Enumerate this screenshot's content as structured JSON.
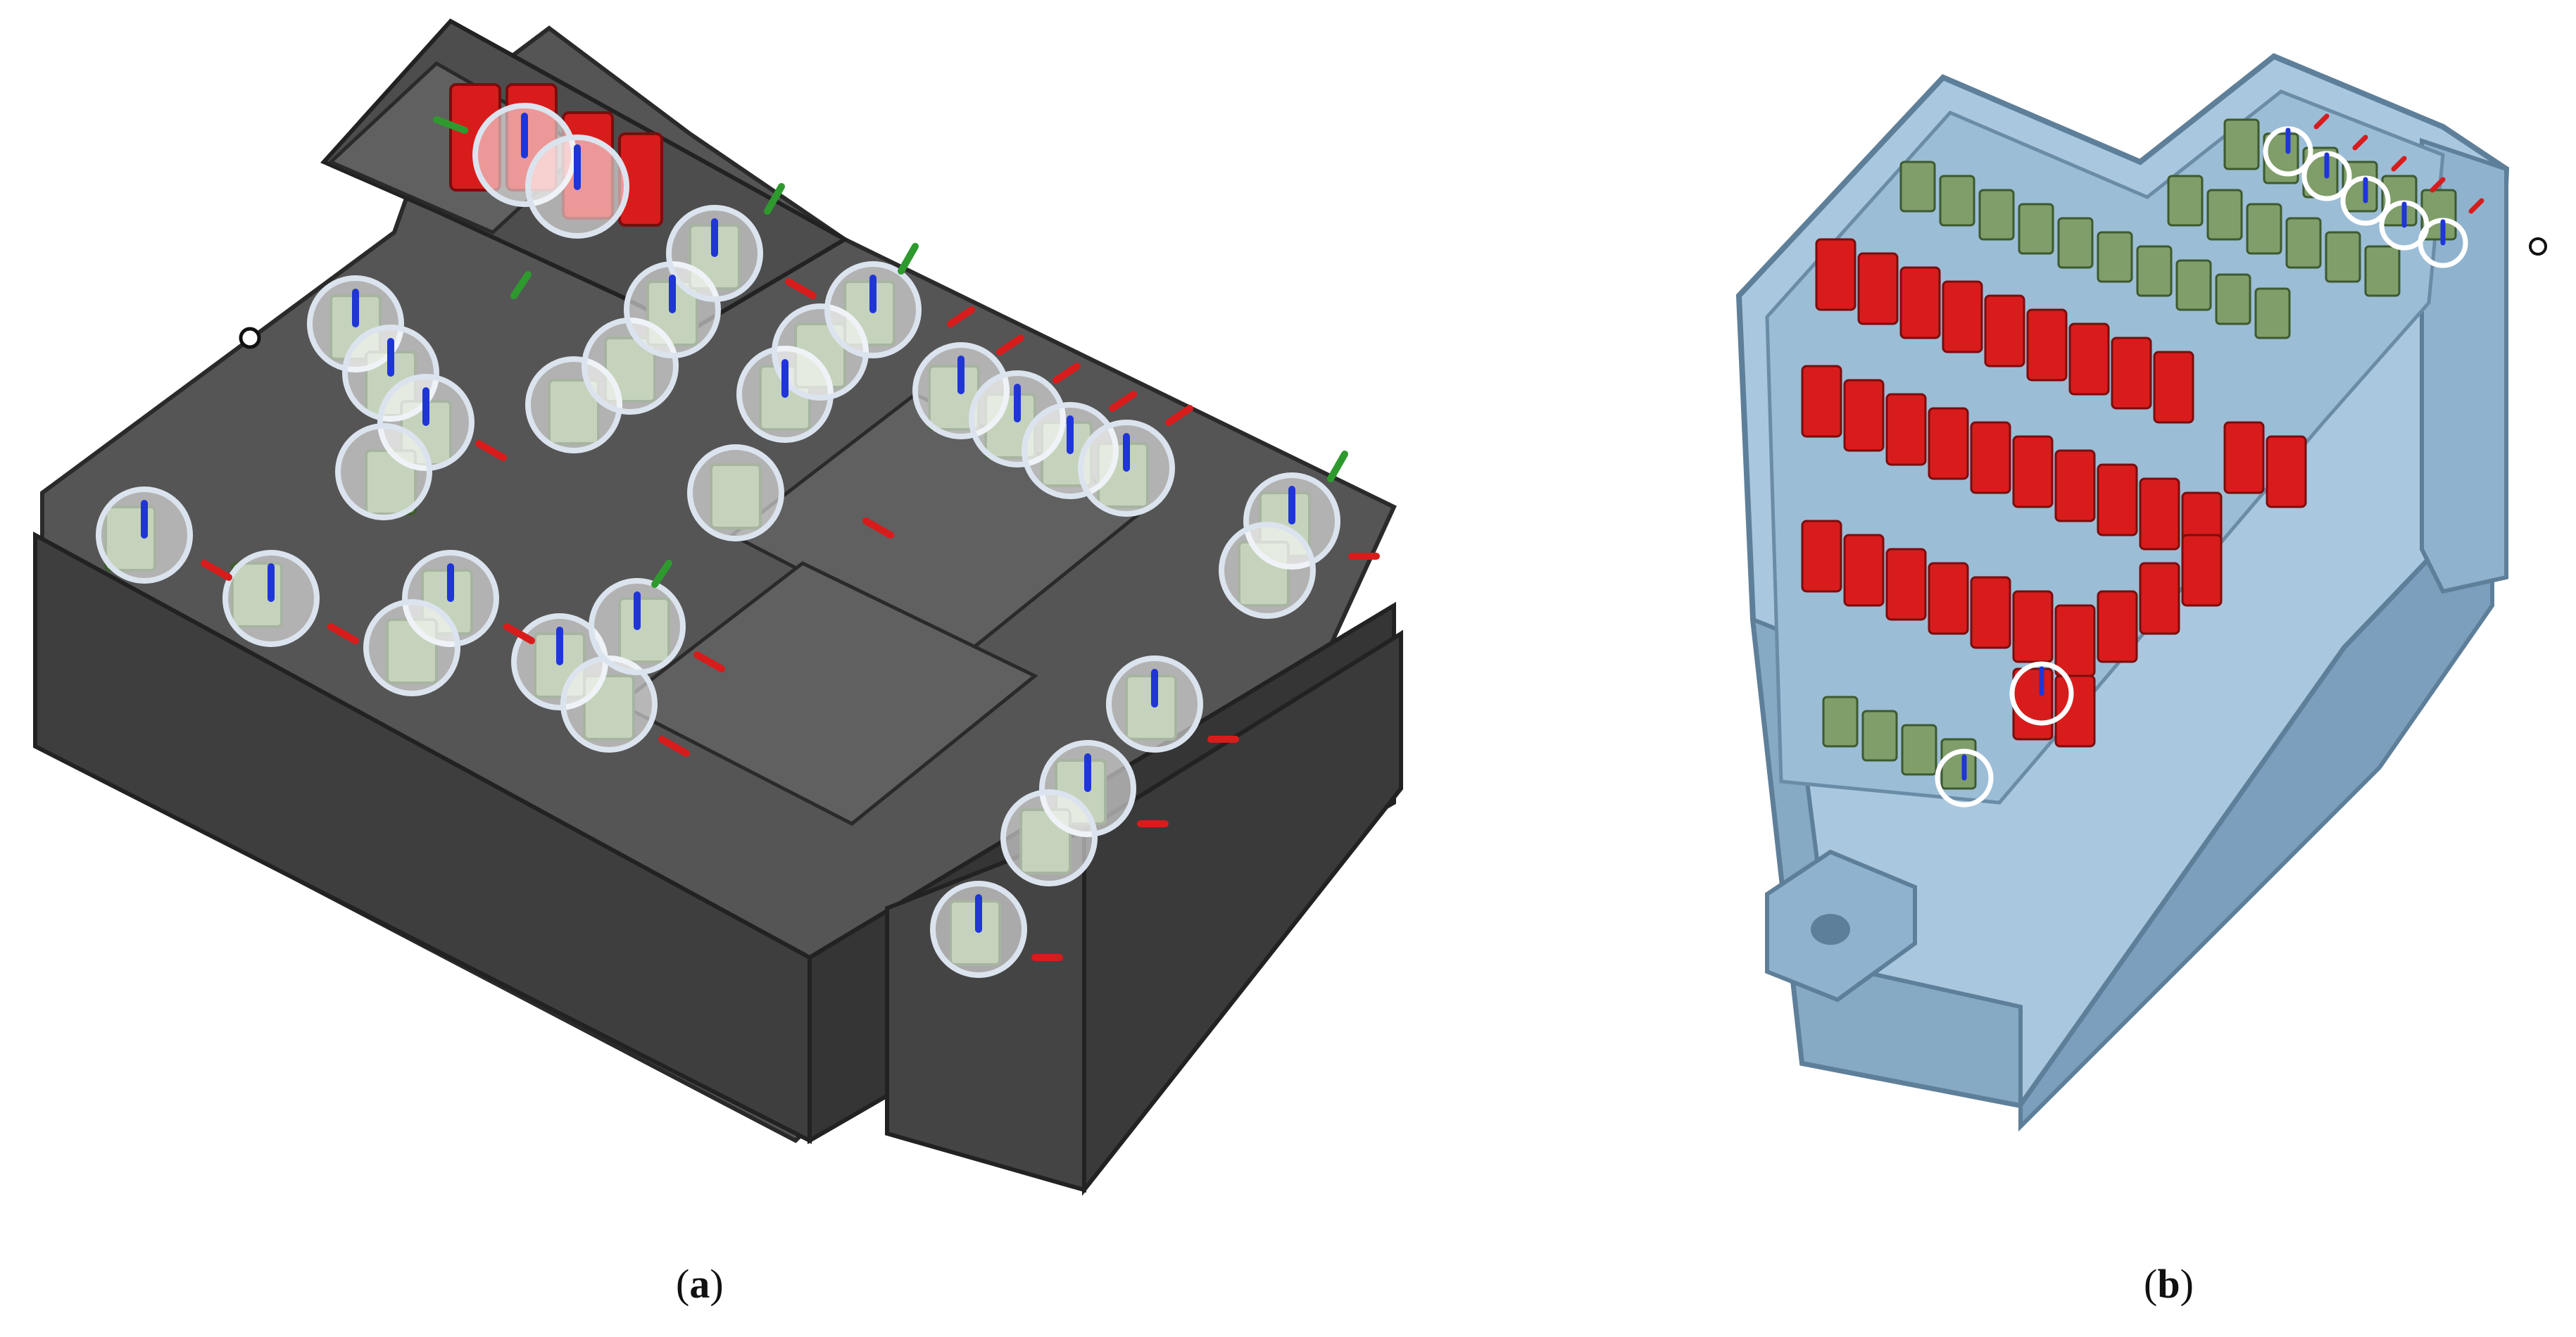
{
  "figure": {
    "panels": [
      {
        "id": "a",
        "label": "a",
        "description_colors": {
          "housing": "#4a4a4a",
          "housing_top": "#5e5e5e",
          "housing_dark": "#2f2f2f",
          "terminal_green": "#7f9e6a",
          "terminal_red": "#d81c1c",
          "marker_ring": "#dbe4ee",
          "axis_z": "#1f35d8",
          "axis_x": "#d81c1c",
          "axis_y": "#2e9a2e"
        }
      },
      {
        "id": "b",
        "label": "b",
        "description_colors": {
          "housing": "#8fb3cf",
          "housing_top": "#a9c8df",
          "housing_edge": "#5e7f99",
          "terminal_green": "#7f9e6a",
          "terminal_red": "#d81c1c",
          "marker_ring": "#ffffff",
          "axis_z": "#1f35d8",
          "axis_x": "#d81c1c"
        }
      }
    ]
  }
}
